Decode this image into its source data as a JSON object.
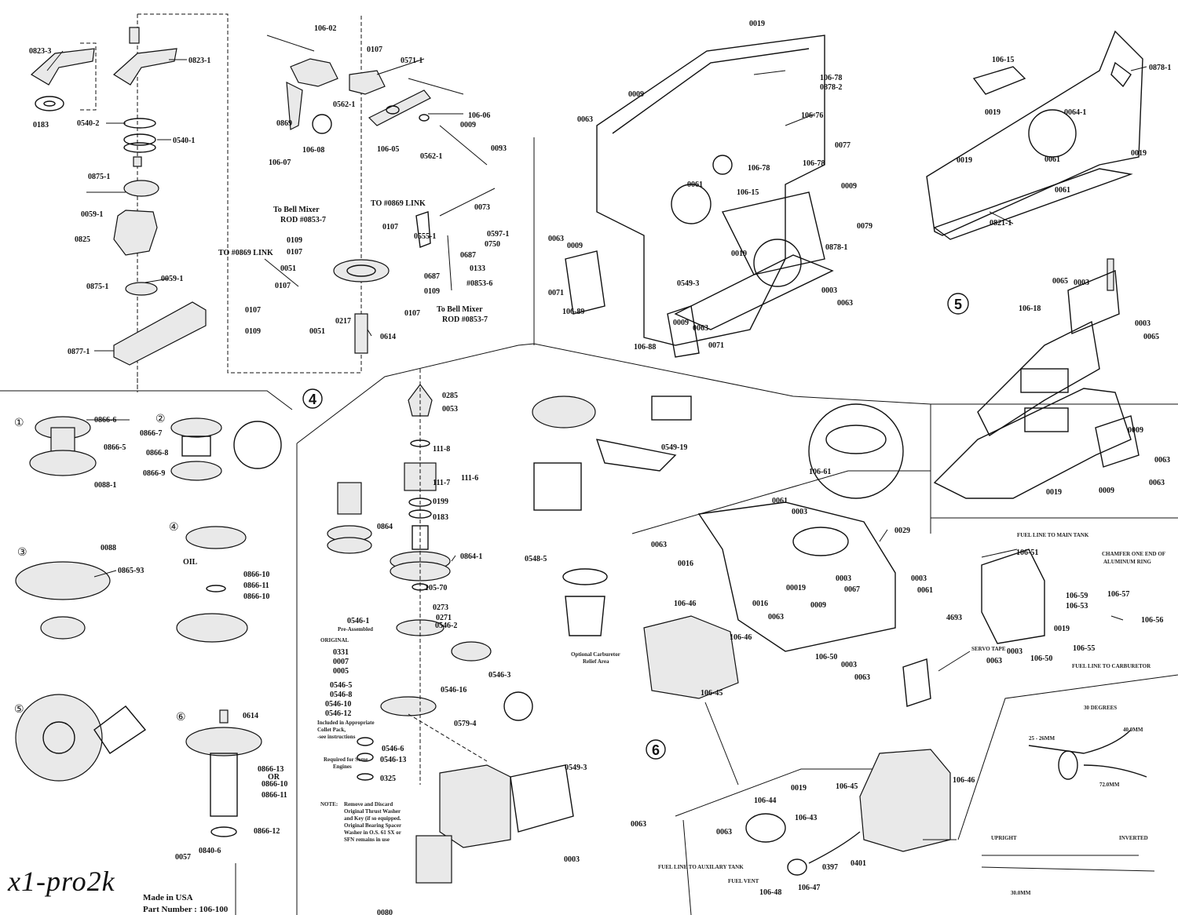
{
  "title_block": {
    "brand": "x1-pro2k",
    "made_in": "Made in USA",
    "part_number": "Part Number : 106-100"
  },
  "sections": [
    "4",
    "5",
    "6"
  ],
  "steps": [
    "①",
    "②",
    "③",
    "④",
    "⑤",
    "⑥"
  ],
  "labels": {
    "l0823_3": "0823-3",
    "l0823_1": "0823-1",
    "l0183": "0183",
    "l0540_2": "0540-2",
    "l0540_1": "0540-1",
    "l0875_1a": "0875-1",
    "l0059_1a": "0059-1",
    "l0825": "0825",
    "l0875_1b": "0875-1",
    "l0059_1b": "0059-1",
    "l0877_1": "0877-1",
    "l106_02": "106-02",
    "l0107a": "0107",
    "l0571_1": "0571-1",
    "l0562_1a": "0562-1",
    "l0869": "0869",
    "l106_08": "106-08",
    "l106_07": "106-07",
    "l106_05": "106-05",
    "l0562_1b": "0562-1",
    "l106_06": "106-06",
    "l0009a": "0009",
    "l0093": "0093",
    "to_bell_1": "To Bell Mixer",
    "rod_1": "ROD #0853-7",
    "to_link_1": "TO #0869 LINK",
    "to_link_2": "TO #0869 LINK",
    "l0107b": "0107",
    "l0109a": "0109",
    "l0107c": "0107",
    "l0051a": "0051",
    "l0107d": "0107",
    "l0107e": "0107",
    "l0109b": "0109",
    "l0051b": "0051",
    "l0217": "0217",
    "l0614a": "0614",
    "l0107f": "0107",
    "l0109c": "0109",
    "l0073": "0073",
    "l0555_1": "0555-1",
    "l0597_1": "0597-1",
    "l0750": "0750",
    "l0687a": "0687",
    "l0687b": "0687",
    "l0133": "0133",
    "l0853_6": "#0853-6",
    "to_bell_2": "To Bell Mixer",
    "rod_2": "ROD #0853-7",
    "l0019a": "0019",
    "l0009b": "0009",
    "l0063a": "0063",
    "l106_78a": "106-78",
    "l0878_2": "0878-2",
    "l106_76": "106-76",
    "l0077": "0077",
    "l106_78b": "106-78",
    "l106_78c": "106-78",
    "l0009c": "0009",
    "l0061a": "0061",
    "l106_15a": "106-15",
    "l0079": "0079",
    "l0063b": "0063",
    "l0009d": "0009",
    "l0071a": "0071",
    "l106_89": "106-89",
    "l0019b": "0019",
    "l0878_1a": "0878-1",
    "l0549_3a": "0549-3",
    "l0003a": "0003",
    "l0063c": "0063",
    "l0009e": "0009",
    "l0063d": "0063",
    "l106_88": "106-88",
    "l0071b": "0071",
    "l106_15b": "106-15",
    "l0878_1b": "0878-1",
    "l0019c": "0019",
    "l0064_1": "0064-1",
    "l0019d": "0019",
    "l0061b": "0061",
    "l0019e": "0019",
    "l0061c": "0061",
    "l0821_1": "0821-1",
    "l0065a": "0065",
    "l0003b": "0003",
    "l106_18": "106-18",
    "l0003c": "0003",
    "l0065b": "0065",
    "l0009f": "0009",
    "l0063e": "0063",
    "l0019f": "0019",
    "l0009g": "0009",
    "l0063f": "0063",
    "l0866_6": "0866-6",
    "l0866_5": "0866-5",
    "l0088_1": "0088-1",
    "l0866_7": "0866-7",
    "l0866_8": "0866-8",
    "l0866_9": "0866-9",
    "l0088": "0088",
    "l0865_93": "0865-93",
    "oil": "OIL",
    "l0866_10a": "0866-10",
    "l0866_11a": "0866-11",
    "l0866_10b": "0866-10",
    "l0614b": "0614",
    "l0866_13": "0866-13",
    "or": "OR",
    "l0866_10c": "0866-10",
    "l0866_11b": "0866-11",
    "l0866_12": "0866-12",
    "l0057": "0057",
    "l0840_6": "0840-6",
    "l0285": "0285",
    "l0053": "0053",
    "l111_8": "111-8",
    "l111_7": "111-7",
    "l111_6": "111-6",
    "l0199": "0199",
    "l0183b": "0183",
    "l0864": "0864",
    "l0864_1": "0864-1",
    "l105_70": "105-70",
    "l0273": "0273",
    "l0271": "0271",
    "l0546_1": "0546-1",
    "pre_assembled": "Pre-Assembled",
    "l0546_2": "0546-2",
    "original": "ORIGINAL",
    "l0331": "0331",
    "l0007": "0007",
    "l0005": "0005",
    "l0546_5": "0546-5",
    "l0546_8": "0546-8",
    "l0546_10": "0546-10",
    "l0546_12": "0546-12",
    "l0546_3": "0546-3",
    "l0546_16": "0546-16",
    "l0579_4": "0579-4",
    "l0546_6": "0546-6",
    "l0546_13": "0546-13",
    "l0325": "0325",
    "included_1": "Included in Appropriate",
    "included_2": "Collet Pack,",
    "included_3": "-see instructions",
    "required_1": "Required for Some",
    "required_2": "Engines",
    "note_head": "NOTE:",
    "note_1": "Remove and Discard",
    "note_2": "Original Thrust Washer",
    "note_3": "and Key (if so equipped.",
    "note_4": "Original Bearing Spacer",
    "note_5": "Washer in O.S. 61 SX or",
    "note_6": "SFN remains in use",
    "l0549_19": "0549-19",
    "l0548_5": "0548-5",
    "carb_1": "Optional Carburetor",
    "carb_2": "Relief Area",
    "l0549_3b": "0549-3",
    "l0063g": "0063",
    "l0003d": "0003",
    "l0080": "0080",
    "l106_61": "106-61",
    "l0061d": "0061",
    "l0003e": "0003",
    "l0063h": "0063",
    "l0016a": "0016",
    "l0029": "0029",
    "l0003f": "0003",
    "l0061e": "0061",
    "l00019": "00019",
    "l0003g": "0003",
    "l0067": "0067",
    "l106_46a": "106-46",
    "l0016b": "0016",
    "l0009h": "0009",
    "l0063i": "0063",
    "l106_46b": "106-46",
    "l106_50a": "106-50",
    "l0003h": "0003",
    "l0063j": "0063",
    "l106_45a": "106-45",
    "fuel_main": "FUEL LINE TO MAIN TANK",
    "l106_51": "106-51",
    "chamfer_1": "CHAMFER ONE END OF",
    "chamfer_2": "ALUMINUM RING",
    "l106_59": "106-59",
    "l106_53": "106-53",
    "l106_57": "106-57",
    "l4693": "4693",
    "l0019g": "0019",
    "l106_56": "106-56",
    "servo_tape": "SERVO TAPE",
    "l0003i": "0003",
    "l106_50b": "106-50",
    "l106_55": "106-55",
    "l0063k": "0063",
    "fuel_carb": "FUEL LINE TO CARBURETOR",
    "deg_30": "30 DEGREES",
    "mm_40": "40.0MM",
    "mm_25": "25 - 26MM",
    "mm_72": "72.0MM",
    "upright": "UPRIGHT",
    "inverted": "INVERTED",
    "mm_30": "30.0MM",
    "l0019h": "0019",
    "l106_44": "106-44",
    "l106_43": "106-43",
    "l0063l": "0063",
    "l106_45b": "106-45",
    "l106_46c": "106-46",
    "fuel_aux": "FUEL LINE TO AUXILARY TANK",
    "fuel_vent": "FUEL VENT",
    "l106_48": "106-48",
    "l106_47": "106-47",
    "l0397": "0397",
    "l0401": "0401"
  }
}
